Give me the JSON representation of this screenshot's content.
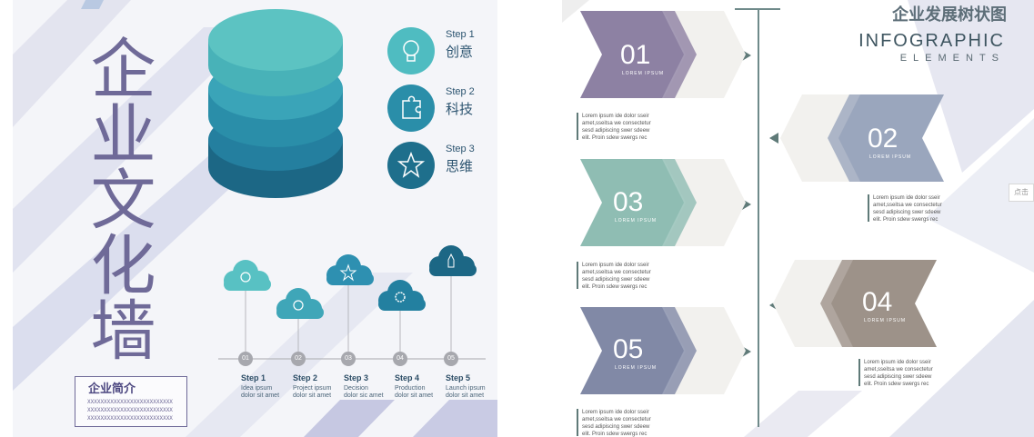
{
  "left": {
    "vertical_title": "企业文化墙",
    "intro": {
      "title": "企业简介",
      "lines": [
        "XXXXXXXXXXXXXXXXXXXXXXXXXX",
        "XXXXXXXXXXXXXXXXXXXXXXXXXX",
        "XXXXXXXXXXXXXXXXXXXXXXXXXX"
      ]
    },
    "steps": [
      {
        "label": "Step 1",
        "cn": "创意",
        "icon": "lightbulb-icon"
      },
      {
        "label": "Step 2",
        "cn": "科技",
        "icon": "puzzle-icon"
      },
      {
        "label": "Step 3",
        "cn": "思维",
        "icon": "star-icon"
      }
    ],
    "timeline": [
      {
        "num": "01",
        "label": "Step 1",
        "desc": "Idea ipsum dolor sit amet"
      },
      {
        "num": "02",
        "label": "Step 2",
        "desc": "Project ipsum dolor sit amet"
      },
      {
        "num": "03",
        "label": "Step 3",
        "desc": "Decision dolor sic amet"
      },
      {
        "num": "04",
        "label": "Step 4",
        "desc": "Production dolor sit amet"
      },
      {
        "num": "05",
        "label": "Step 5",
        "desc": "Launch ipsum dolor sit amet"
      }
    ],
    "colors": {
      "cyl_top": "#57bfc0",
      "cyl_mid": "#2f97b1",
      "cyl_bot": "#1e6f8c",
      "purple": "#6f6a98"
    }
  },
  "right": {
    "title_cn": "企业发展树状图",
    "title_en": "INFOGRAPHIC",
    "subtitle_en": "ELEMENTS",
    "arrows": [
      {
        "num": "01",
        "sub": "LOREM IPSUM",
        "color": "#8d81a3"
      },
      {
        "num": "02",
        "sub": "LOREM IPSUM",
        "color": "#9aa6bd"
      },
      {
        "num": "03",
        "sub": "LOREM IPSUM",
        "color": "#8fbdb3"
      },
      {
        "num": "04",
        "sub": "LOREM IPSUM",
        "color": "#9d9289"
      },
      {
        "num": "05",
        "sub": "LOREM IPSUM",
        "color": "#8189a6"
      }
    ],
    "lorem": "Lorem ipsum ide dolor sseir amet,sseitsa we consectetur sesd adipiscing swer sdeew elit. Proin sdew swergs rec",
    "side_chip": "点击"
  }
}
